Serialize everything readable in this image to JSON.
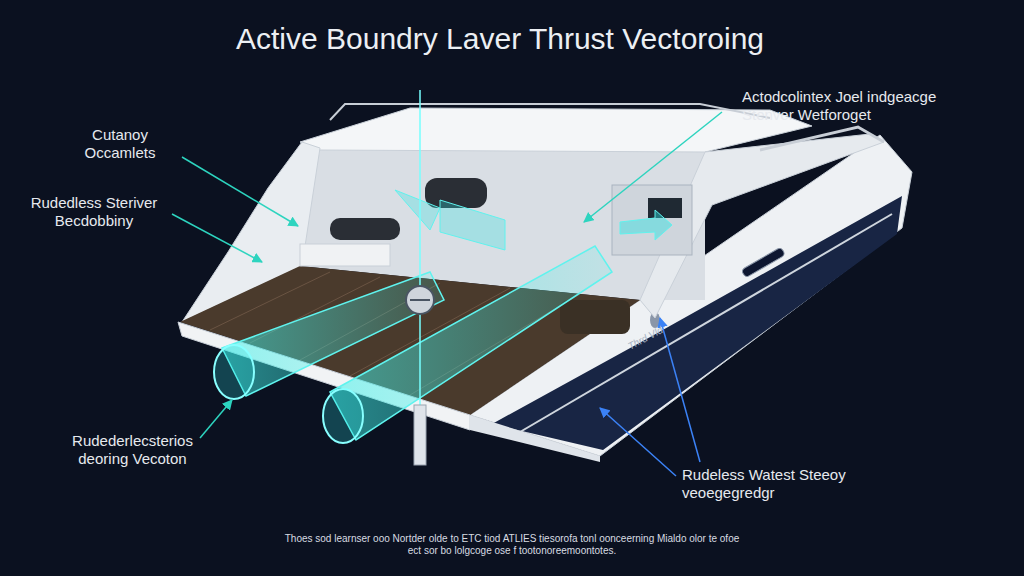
{
  "diagram": {
    "title": "Active Boundry Laver Thrust Vectoroing",
    "caption": "Thoes sod learnser ooo Nortder olde to ETC tiod ATLIES tiesorofa tonl oonceerning Mialdo olor te ofoe ect sor bo lolgcoge ose f tootonoreemoontotes.",
    "labels": [
      "Cutanoy Occamlets",
      "Rudedless Steriver Becdobbiny",
      "Rudederlecsterios deoring Vecoton",
      "Actodcolintex Joel indgeacge Stenver Wetforoget",
      "Rudeless Watest Steeoy veoegegredgr",
      "Thrd Vld"
    ]
  }
}
